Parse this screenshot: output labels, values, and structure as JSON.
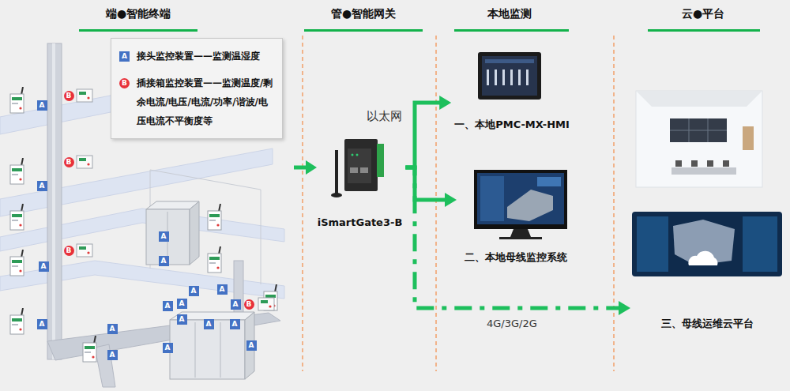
{
  "diagram": {
    "nodes": [
      {
        "text": [
          "B"
        ]
      },
      {
        "text": [
          "A"
        ]
      },
      {
        "text": [
          "B"
        ]
      },
      {
        "text": [
          "A"
        ]
      },
      {
        "text": [
          "A"
        ]
      },
      {
        "text": [
          "B"
        ]
      },
      {
        "text": [
          "A"
        ]
      },
      {
        "text": [
          "A"
        ]
      },
      {
        "text": [
          "A"
        ]
      },
      {
        "text": [
          "A"
        ]
      },
      {
        "text": [
          "A"
        ]
      },
      {
        "text": [
          "A"
        ]
      },
      {
        "text": [
          "B"
        ]
      },
      {
        "text": [
          "A"
        ]
      },
      {
        "text": [
          "A"
        ]
      },
      {
        "text": [
          "A"
        ]
      },
      {
        "text": [
          "A"
        ]
      },
      {
        "text": [
          "A"
        ]
      },
      {
        "text": [
          "A"
        ]
      },
      {
        "text": [
          "A"
        ]
      },
      {
        "text": [
          "A"
        ]
      },
      {
        "text": [
          "A"
        ]
      },
      {
        "text": [
          "iSmartGate3-B"
        ]
      },
      {
        "text": [
          "一、本地PMC-MX-HMI"
        ]
      },
      {
        "text": [
          "二、本地母线监控系统"
        ]
      },
      {
        "text": [
          "三、母线运维云平台"
        ]
      }
    ],
    "edges": [
      {
        "from": 22,
        "to": 23,
        "arrow": "to",
        "label": "以太网"
      },
      {
        "from": 22,
        "to": 24,
        "arrow": "to"
      },
      {
        "from": 22,
        "to": 25,
        "arrow": "to",
        "label": "4G/3G/2G"
      }
    ],
    "labels": [
      "端●智能终端",
      "管●智能网关",
      "本地监测",
      "云●平台",
      "A",
      "B"
    ],
    "legend": [
      {
        "text": "接头监控装置——监测温湿度",
        "color": "#4472c4"
      },
      {
        "text": "插接箱监控装置——监测温度/剩余电流/电压/电流/功率/谐波/电压电流不平衡度等",
        "color": "#e8313a"
      }
    ]
  }
}
